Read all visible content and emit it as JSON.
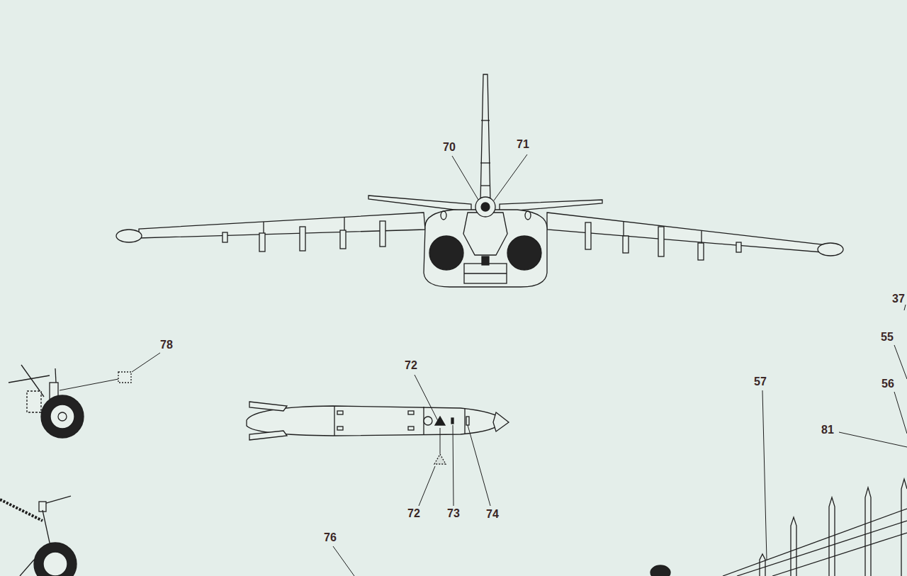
{
  "diagram": {
    "labels": [
      "70",
      "71",
      "37",
      "55",
      "78",
      "72",
      "57",
      "56",
      "81",
      "72",
      "73",
      "74",
      "76"
    ]
  }
}
